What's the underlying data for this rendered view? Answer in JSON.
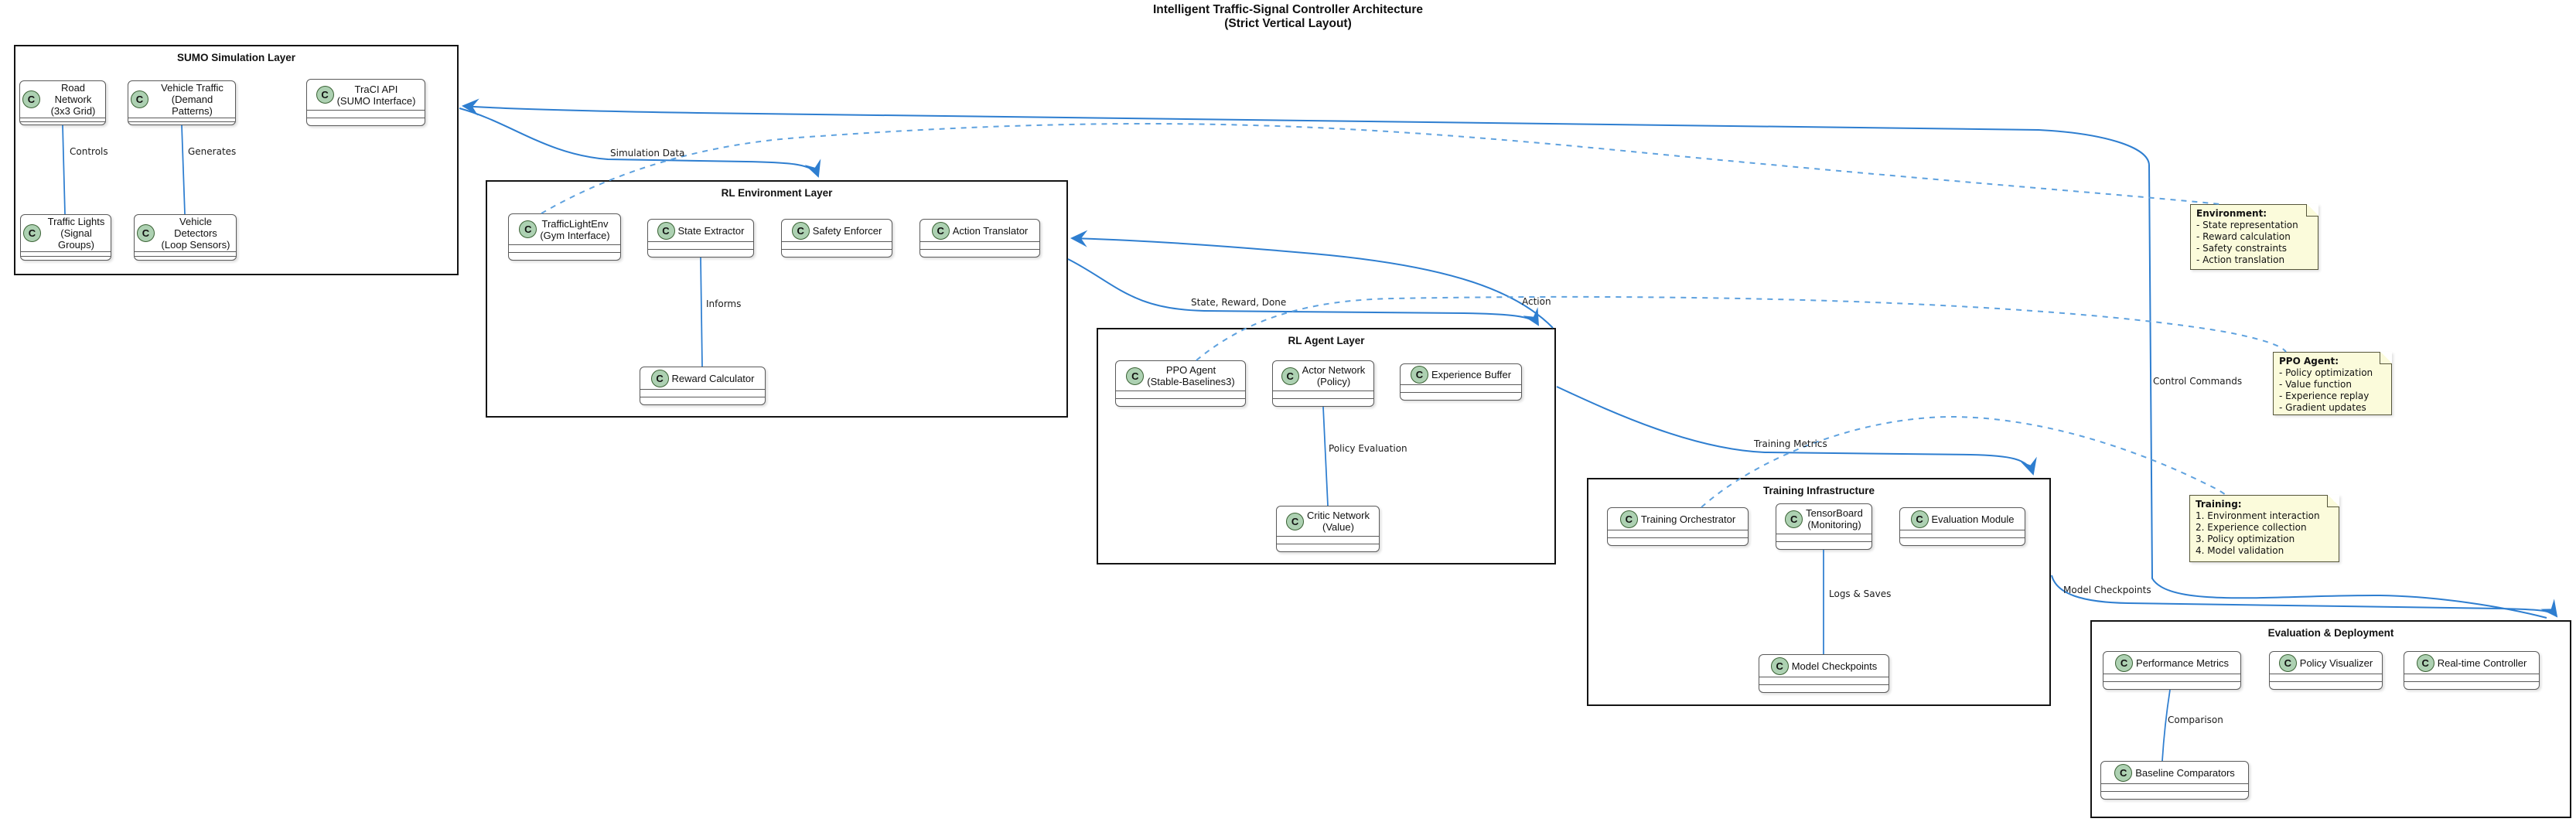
{
  "title": {
    "line1": "Intelligent Traffic-Signal Controller Architecture",
    "line2": "(Strict Vertical Layout)"
  },
  "icon_letter": "C",
  "colors": {
    "edge-solid": "#2E7ED0",
    "edge-dashed": "#5FA2DF",
    "note-bg": "#FBFBDB",
    "note-border": "#55553A",
    "icon-bg": "#ADD1B2",
    "icon-border": "#3A6234",
    "class-border": "#5A5A5A",
    "package-border": "#141414"
  },
  "packages": {
    "sumo": {
      "label": "SUMO Simulation Layer",
      "classes": {
        "road_network": {
          "line1": "Road Network",
          "line2": "(3x3 Grid)"
        },
        "vehicle_traffic": {
          "line1": "Vehicle Traffic",
          "line2": "(Demand Patterns)"
        },
        "traci_api": {
          "line1": "TraCI API",
          "line2": "(SUMO Interface)"
        },
        "traffic_lights": {
          "line1": "Traffic Lights",
          "line2": "(Signal Groups)"
        },
        "vehicle_detectors": {
          "line1": "Vehicle Detectors",
          "line2": "(Loop Sensors)"
        }
      }
    },
    "rl_env": {
      "label": "RL Environment Layer",
      "classes": {
        "trafficlightenv": {
          "line1": "TrafficLightEnv",
          "line2": "(Gym Interface)"
        },
        "state_extractor": {
          "line1": "State Extractor",
          "line2": ""
        },
        "safety_enforcer": {
          "line1": "Safety Enforcer",
          "line2": ""
        },
        "action_translator": {
          "line1": "Action Translator",
          "line2": ""
        },
        "reward_calculator": {
          "line1": "Reward Calculator",
          "line2": ""
        }
      }
    },
    "rl_agent": {
      "label": "RL Agent Layer",
      "classes": {
        "ppo_agent": {
          "line1": "PPO Agent",
          "line2": "(Stable-Baselines3)"
        },
        "actor_network": {
          "line1": "Actor Network",
          "line2": "(Policy)"
        },
        "experience_buffer": {
          "line1": "Experience Buffer",
          "line2": ""
        },
        "critic_network": {
          "line1": "Critic Network",
          "line2": "(Value)"
        }
      }
    },
    "training": {
      "label": "Training Infrastructure",
      "classes": {
        "training_orchestrator": {
          "line1": "Training Orchestrator",
          "line2": ""
        },
        "tensorboard": {
          "line1": "TensorBoard",
          "line2": "(Monitoring)"
        },
        "evaluation_module": {
          "line1": "Evaluation Module",
          "line2": ""
        },
        "model_checkpoints": {
          "line1": "Model Checkpoints",
          "line2": ""
        }
      }
    },
    "evaluation": {
      "label": "Evaluation & Deployment",
      "classes": {
        "performance_metrics": {
          "line1": "Performance Metrics",
          "line2": ""
        },
        "policy_visualizer": {
          "line1": "Policy Visualizer",
          "line2": ""
        },
        "realtime_controller": {
          "line1": "Real-time Controller",
          "line2": ""
        },
        "baseline_comparators": {
          "line1": "Baseline Comparators",
          "line2": ""
        }
      }
    }
  },
  "edge_labels": {
    "controls": "Controls",
    "generates": "Generates",
    "simulation_data": "Simulation Data",
    "informs": "Informs",
    "state_reward_done": "State, Reward, Done",
    "action": "Action",
    "policy_evaluation": "Policy Evaluation",
    "training_metrics": "Training Metrics",
    "logs_saves": "Logs & Saves",
    "control_commands": "Control Commands",
    "model_checkpoints": "Model Checkpoints",
    "comparison": "Comparison"
  },
  "notes": {
    "environment": {
      "title": "Environment:",
      "lines": [
        "- State representation",
        "- Reward calculation",
        "- Safety constraints",
        "- Action translation"
      ]
    },
    "ppo_agent": {
      "title": "PPO Agent:",
      "lines": [
        "- Policy optimization",
        "- Value function",
        "- Experience replay",
        "- Gradient updates"
      ]
    },
    "training": {
      "title": "Training:",
      "lines": [
        "1. Environment interaction",
        "2. Experience collection",
        "3. Policy optimization",
        "4. Model validation"
      ]
    }
  }
}
